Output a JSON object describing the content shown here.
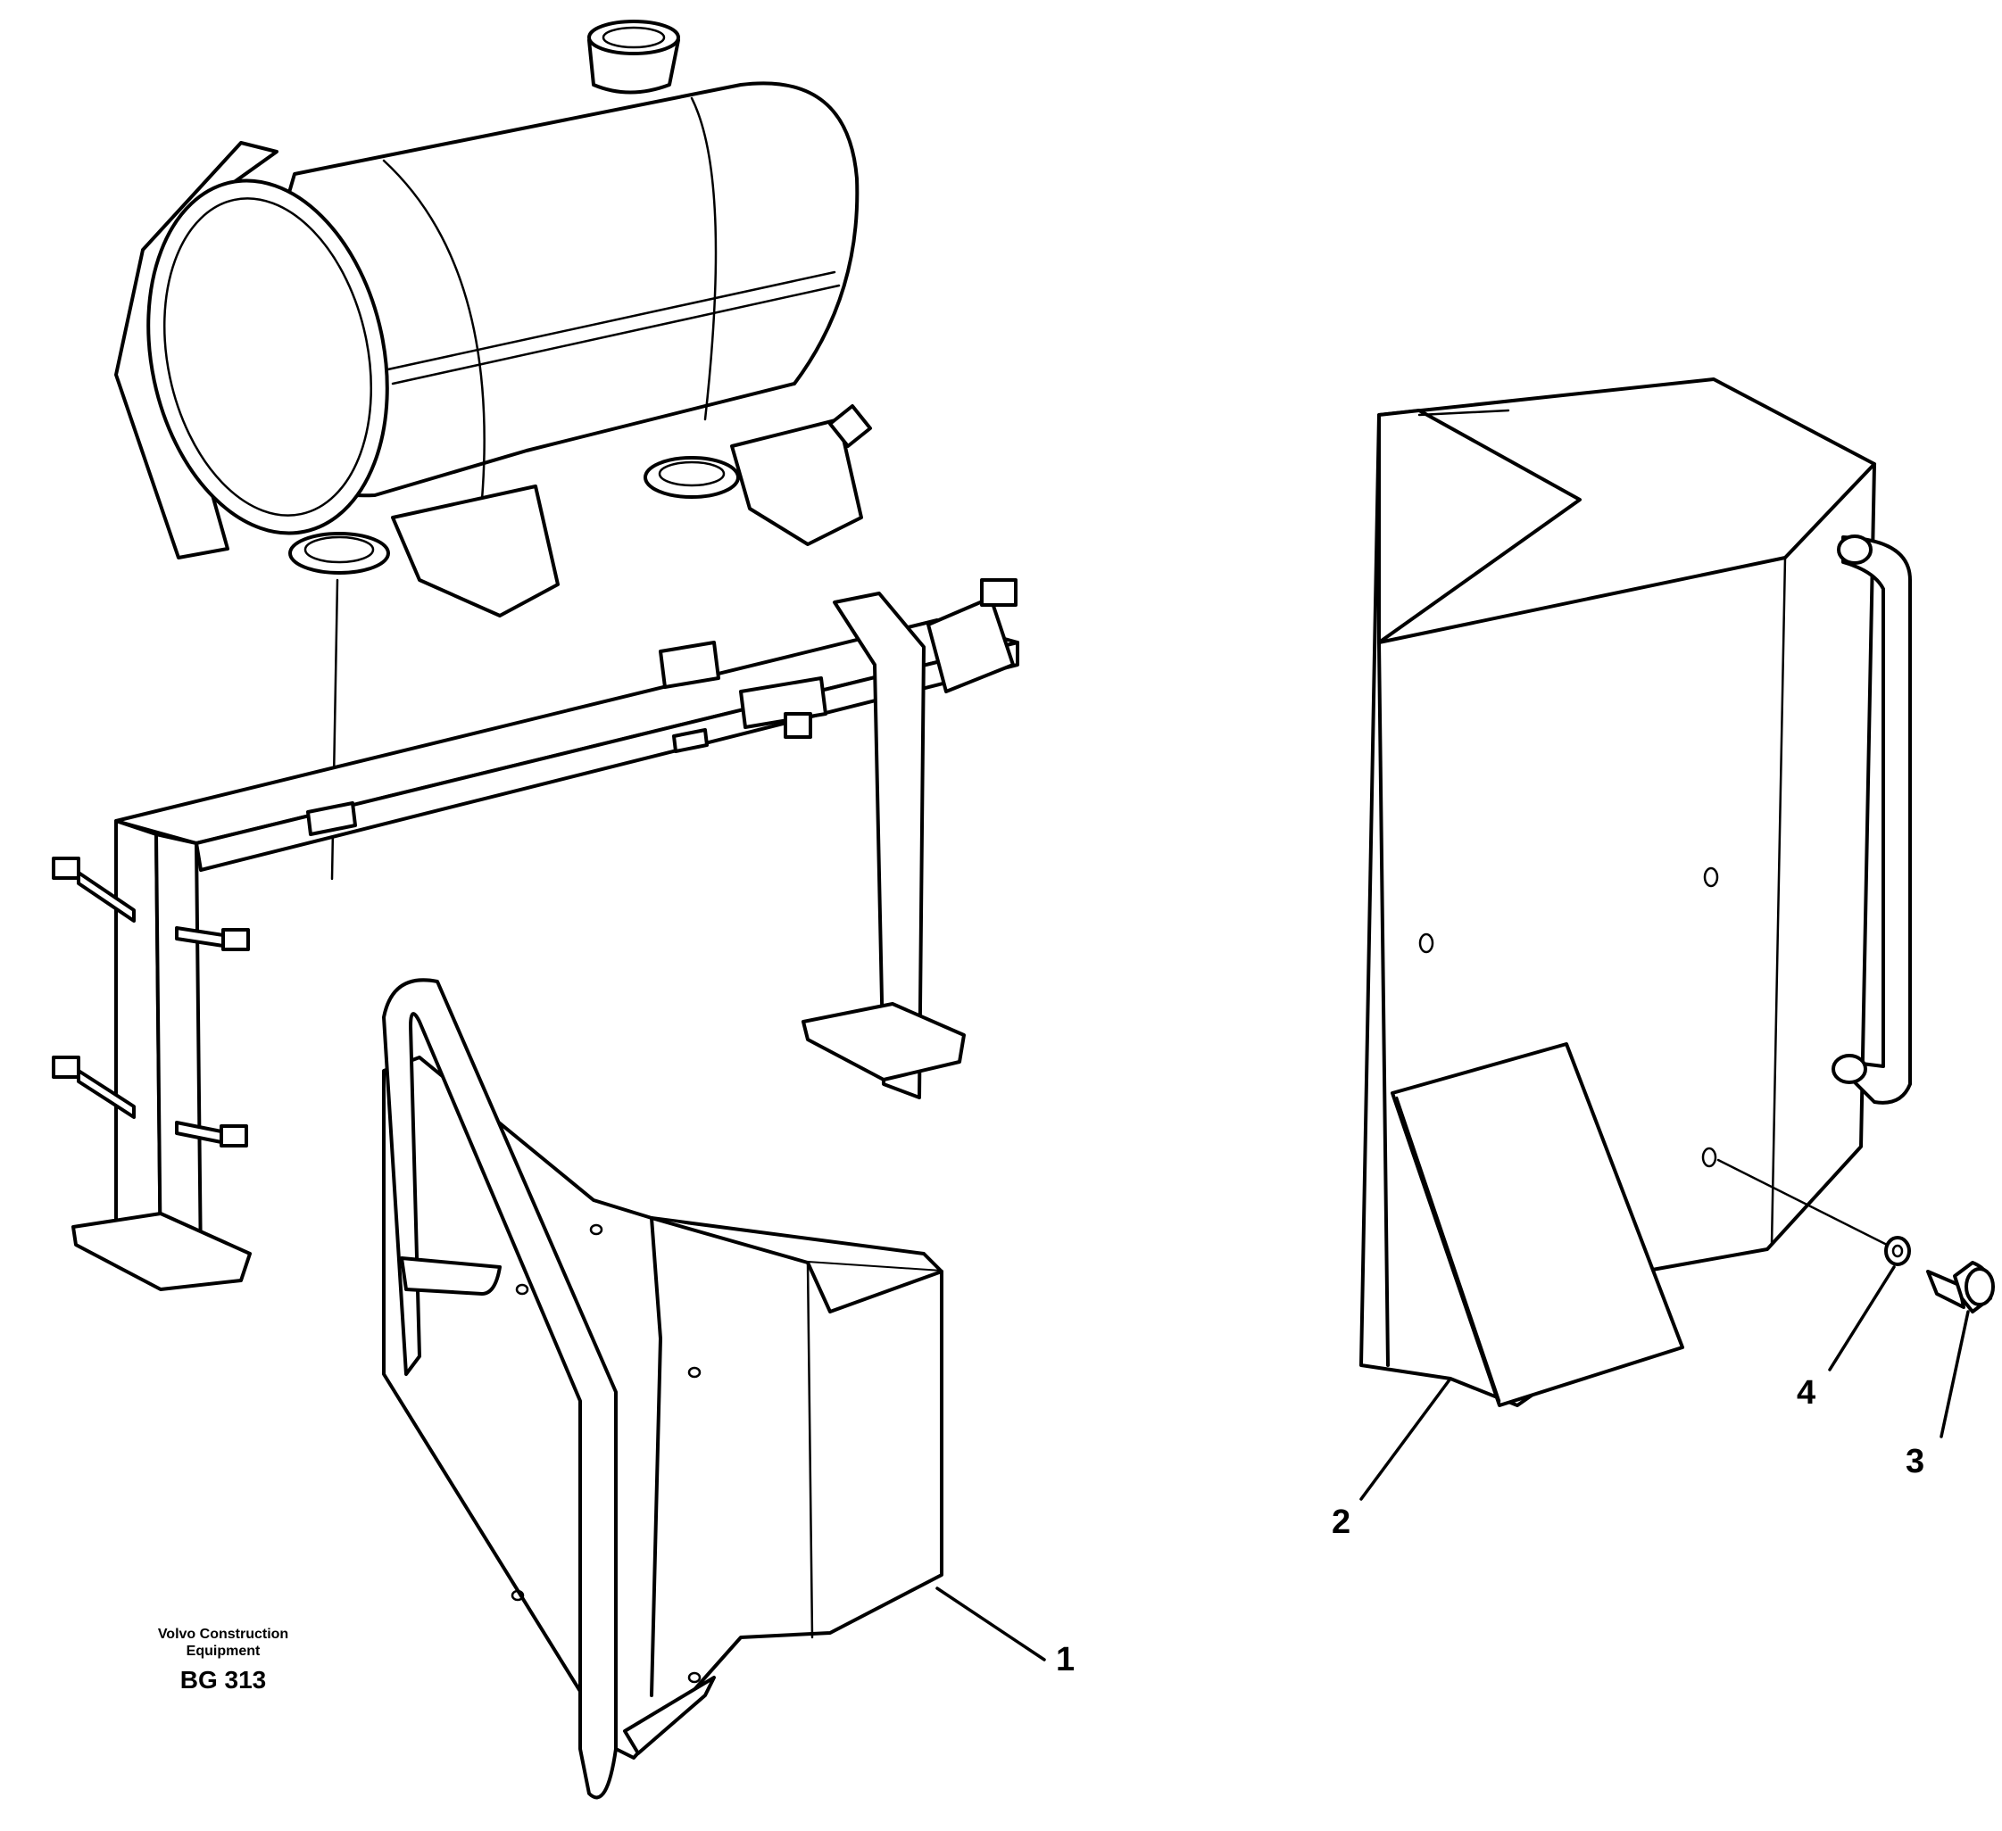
{
  "callouts": {
    "item1": "1",
    "item2": "2",
    "item3": "3",
    "item4": "4"
  },
  "caption": {
    "maker_line1": "Volvo Construction",
    "maker_line2": "Equipment",
    "code": "BG 313"
  },
  "colors": {
    "ink": "#000000",
    "paper": "#ffffff"
  }
}
